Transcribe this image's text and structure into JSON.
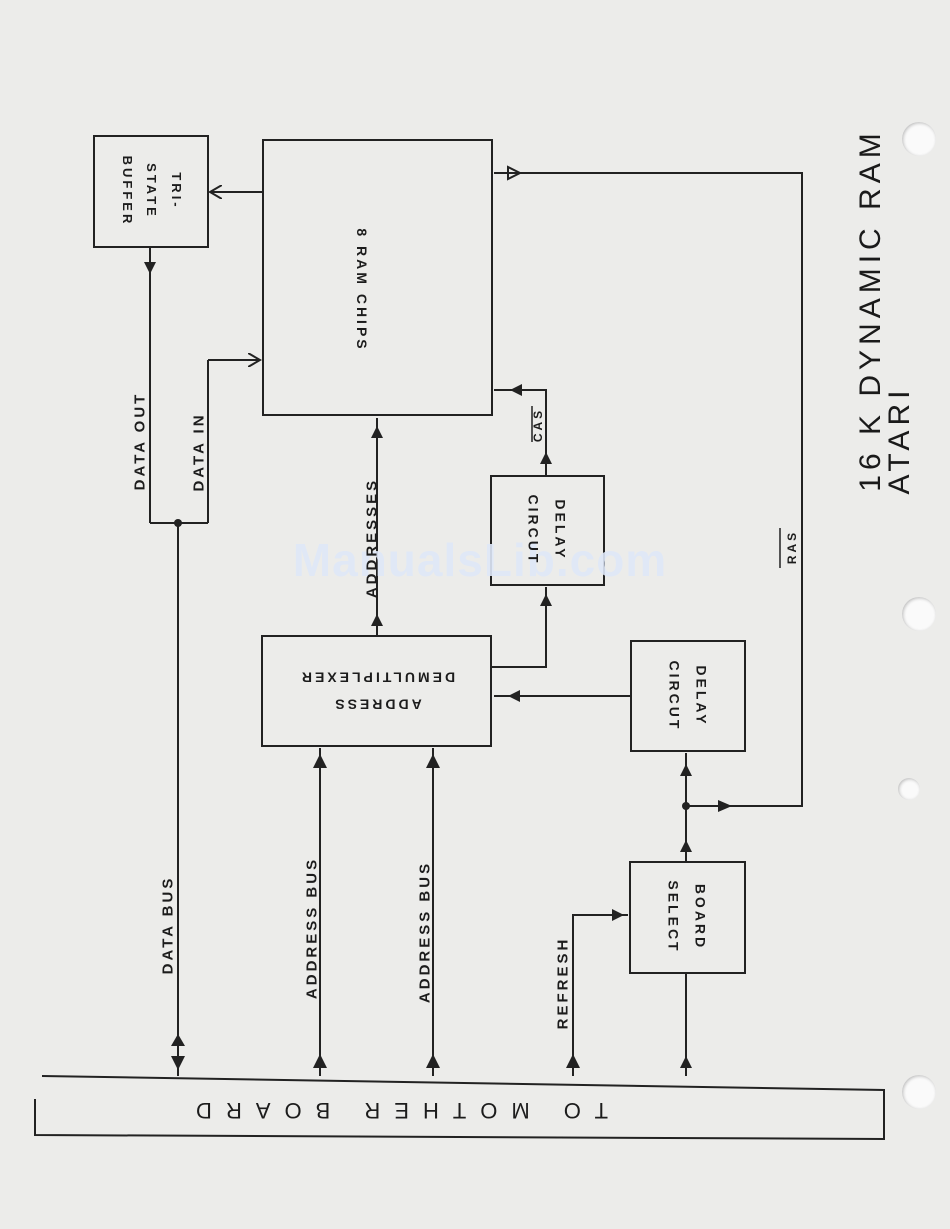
{
  "title": {
    "line1": "16 K DYNAMIC RAM",
    "line2": "ATARI"
  },
  "blocks": {
    "tristate_buffer": "TRI-\nSTATE\nBUFFER",
    "ram_chips": "8 RAM CHIPS",
    "address_demux": "ADDRESS\nDEMULTIPLEXER",
    "delay_circuit_cas": "DELAY\nCIRCUT",
    "delay_circuit_ras": "DELAY\nCIRCUT",
    "board_select": "BOARD\nSELECT",
    "mother_board": "TO MOTHER BOARD"
  },
  "signals": {
    "data_out": "DATA OUT",
    "data_in": "DATA IN",
    "addresses": "ADDRESSES",
    "cas": "CAS",
    "ras": "RAS",
    "data_bus": "DATA BUS",
    "address_bus_1": "ADDRESS BUS",
    "address_bus_2": "ADDRESS BUS",
    "refresh": "REFRESH"
  },
  "watermark": "ManualsLib.com"
}
